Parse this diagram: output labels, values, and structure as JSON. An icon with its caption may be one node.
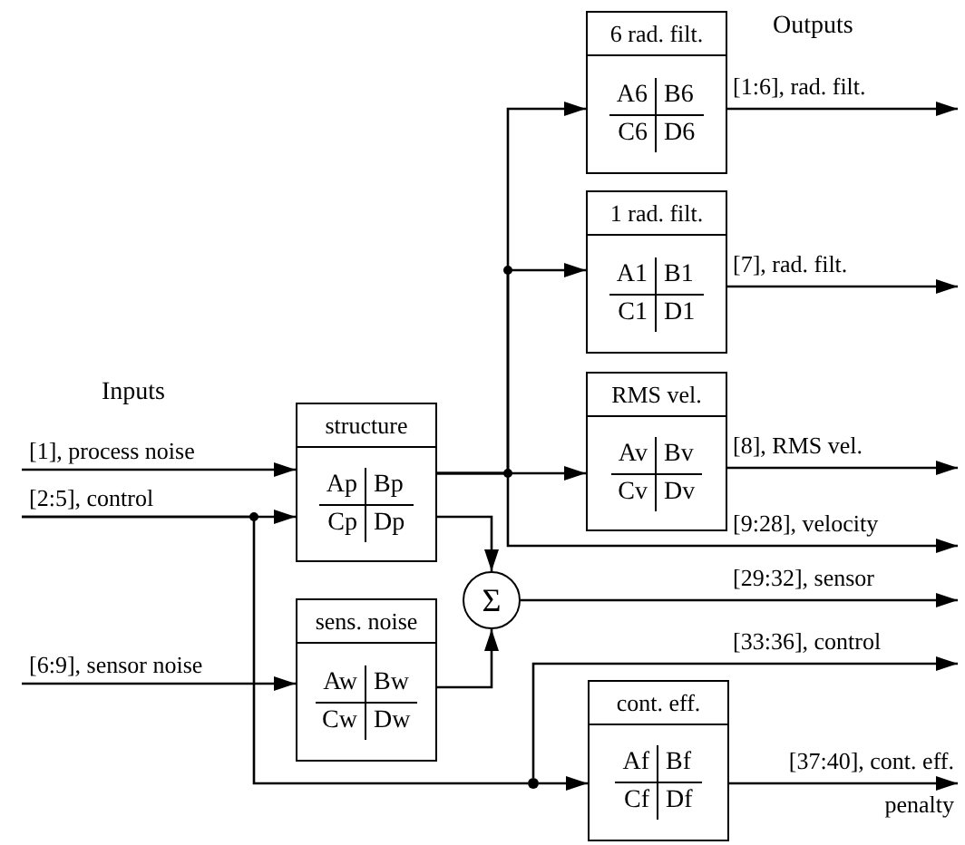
{
  "diagram": {
    "nodes": [
      {
        "text": [
          "6 rad. filt.",
          "A6",
          "B6",
          "C6",
          "D6"
        ]
      },
      {
        "text": [
          "1 rad. filt.",
          "A1",
          "B1",
          "C1",
          "D1"
        ]
      },
      {
        "text": [
          "RMS vel.",
          "Av",
          "Bv",
          "Cv",
          "Dv"
        ]
      },
      {
        "text": [
          "structure",
          "Ap",
          "Bp",
          "Cp",
          "Dp"
        ]
      },
      {
        "text": [
          "sens. noise",
          "Aw",
          "Bw",
          "Cw",
          "Dw"
        ]
      },
      {
        "text": [
          "Σ"
        ]
      },
      {
        "text": [
          "cont. eff.",
          "Af",
          "Bf",
          "Cf",
          "Df"
        ]
      },
      {
        "text": [],
        "shape": "circle"
      }
    ],
    "edges": [
      {
        "from": null,
        "to": 3,
        "arrow": "to",
        "label": "[1], process noise"
      },
      {
        "from": null,
        "to": 3,
        "arrow": "to",
        "label": "[2:5], control"
      },
      {
        "from": null,
        "to": 7,
        "arrow": "none"
      },
      {
        "from": 7,
        "to": null,
        "arrow": "to",
        "label": "[33:36], control"
      },
      {
        "from": null,
        "to": 4,
        "arrow": "to",
        "label": "[6:9], sensor noise"
      },
      {
        "from": 3,
        "to": 5,
        "arrow": "to"
      },
      {
        "from": 4,
        "to": 5,
        "arrow": "to"
      },
      {
        "from": 5,
        "to": null,
        "arrow": "to",
        "label": "[29:32], sensor"
      },
      {
        "from": 3,
        "to": 0,
        "arrow": "to"
      },
      {
        "from": 3,
        "to": 1,
        "arrow": "to"
      },
      {
        "from": 3,
        "to": 2,
        "arrow": "to"
      },
      {
        "from": 3,
        "to": null,
        "arrow": "to",
        "label": "[9:28], velocity"
      },
      {
        "from": 0,
        "to": null,
        "arrow": "to",
        "label": "[1:6], rad. filt."
      },
      {
        "from": 1,
        "to": null,
        "arrow": "to",
        "label": "[7], rad. filt."
      },
      {
        "from": 2,
        "to": null,
        "arrow": "to",
        "label": "[8], RMS vel."
      },
      {
        "from": 6,
        "to": null,
        "arrow": "to",
        "label": "[37:40], cont. eff. penalty"
      },
      {
        "from": 7,
        "to": 6,
        "arrow": "to"
      }
    ],
    "labels": [
      "Inputs",
      "Outputs"
    ]
  }
}
